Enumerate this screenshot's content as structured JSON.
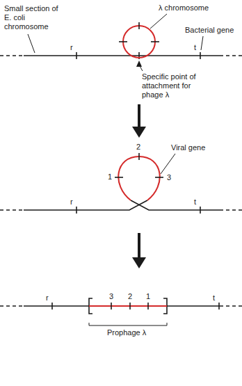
{
  "diagram": {
    "labels": [
      "Small section of E. coli chromosome",
      "λ chromosome",
      "Bacterial gene",
      "r",
      "t",
      "Specific point of attachment for phage λ",
      "2",
      "1",
      "3",
      "Viral gene",
      "r",
      "t",
      "3",
      "2",
      "1",
      "r",
      "t",
      "Prophage λ"
    ]
  }
}
